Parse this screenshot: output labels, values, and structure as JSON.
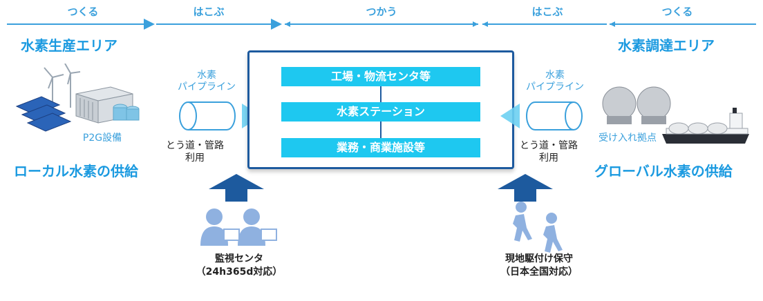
{
  "stages": [
    "つくる",
    "はこぶ",
    "つかう",
    "はこぶ",
    "つくる"
  ],
  "left": {
    "area_title": "水素生産エリア",
    "equipment_label": "P2G設備",
    "supply_title": "ローカル水素の供給",
    "pipeline_label_line1": "水素",
    "pipeline_label_line2": "パイプライン",
    "pipe_use_line1": "とう道・管路",
    "pipe_use_line2": "利用",
    "bottom_line1": "監視センタ",
    "bottom_line2": "（24h365d対応）"
  },
  "right": {
    "area_title": "水素調達エリア",
    "equipment_label": "受け入れ拠点",
    "supply_title": "グローバル水素の供給",
    "pipeline_label_line1": "水素",
    "pipeline_label_line2": "パイプライン",
    "pipe_use_line1": "とう道・管路",
    "pipe_use_line2": "利用",
    "bottom_line1": "現地駆付け保守",
    "bottom_line2": "（日本全国対応）"
  },
  "center": {
    "bars": [
      "工場・物流センタ等",
      "水素ステーション",
      "業務・商業施設等"
    ]
  },
  "colors": {
    "accent": "#1b9ae0",
    "bar": "#1ec8f0",
    "navy": "#1d5a9e",
    "person": "#8fb1e0"
  }
}
